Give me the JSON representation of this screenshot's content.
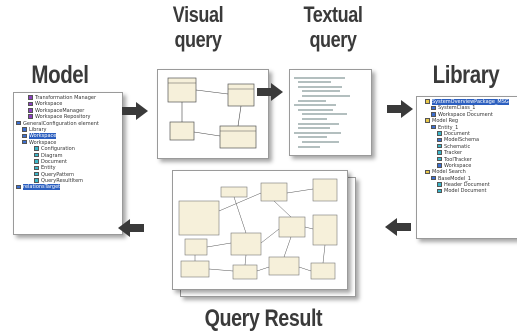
{
  "titles": {
    "model": "Model",
    "visual_query_line1": "Visual",
    "visual_query_line2": "query",
    "textual_query_line1": "Textual",
    "textual_query_line2": "query",
    "library": "Library",
    "query_result": "Query Result"
  },
  "model_tree": [
    {
      "label": "Transformation Manager",
      "indent": 2,
      "icon": "#8b3fbf"
    },
    {
      "label": "Workspace",
      "indent": 2,
      "icon": "#8b3fbf"
    },
    {
      "label": "WorkspaceManager",
      "indent": 2,
      "icon": "#8b3fbf"
    },
    {
      "label": "Workspace Repository",
      "indent": 2,
      "icon": "#8b3fbf"
    },
    {
      "label": "GeneralConfiguration element",
      "indent": 0,
      "icon": "#3c6fd0"
    },
    {
      "label": "Library",
      "indent": 1,
      "icon": "#3c6fd0"
    },
    {
      "label": "Workspace",
      "indent": 1,
      "icon": "#3c6fd0",
      "selected": true
    },
    {
      "label": "Workspace",
      "indent": 1,
      "icon": "#3c6fd0"
    },
    {
      "label": "Configuration",
      "indent": 3,
      "icon": "#3cb6c8"
    },
    {
      "label": "Diagram",
      "indent": 3,
      "icon": "#3cb6c8"
    },
    {
      "label": "Document",
      "indent": 3,
      "icon": "#3cb6c8"
    },
    {
      "label": "Entity",
      "indent": 3,
      "icon": "#3cb6c8"
    },
    {
      "label": "QueryPattern",
      "indent": 3,
      "icon": "#3cb6c8"
    },
    {
      "label": "QueryResultItem",
      "indent": 3,
      "icon": "#3cb6c8"
    },
    {
      "label": "relationsTarget",
      "indent": 0,
      "icon": "#3c6fd0",
      "selected": true
    }
  ],
  "library_tree": [
    {
      "label": "SystemOverviewPackage_MSG",
      "indent": 1,
      "icon": "#e8c84a",
      "selected": true
    },
    {
      "label": "SystemClass_1",
      "indent": 2,
      "icon": "#3c6fd0"
    },
    {
      "label": "Workspace Document",
      "indent": 2,
      "icon": "#3c6fd0"
    },
    {
      "label": "Model Reg",
      "indent": 1,
      "icon": "#e8c84a"
    },
    {
      "label": "Entity_1",
      "indent": 2,
      "icon": "#3c6fd0"
    },
    {
      "label": "Document",
      "indent": 3,
      "icon": "#3cb6c8"
    },
    {
      "label": "ModelSchema",
      "indent": 3,
      "icon": "#3c6fd0"
    },
    {
      "label": "Schematic",
      "indent": 3,
      "icon": "#3cb6c8"
    },
    {
      "label": "Tracker",
      "indent": 3,
      "icon": "#3cb6c8"
    },
    {
      "label": "ToolTracker",
      "indent": 3,
      "icon": "#3cb6c8"
    },
    {
      "label": "Workspace",
      "indent": 3,
      "icon": "#3c6fd0"
    },
    {
      "label": "Model Search",
      "indent": 1,
      "icon": "#e8c84a"
    },
    {
      "label": "BaseModel_1",
      "indent": 2,
      "icon": "#3c6fd0"
    },
    {
      "label": "Header Document",
      "indent": 3,
      "icon": "#3cb6c8"
    },
    {
      "label": "Model Document",
      "indent": 3,
      "icon": "#3cb6c8"
    }
  ],
  "colors": {
    "title_text": "#3a3a3a",
    "arrow": "#3a3a3a",
    "note_fill": "#f6f0da",
    "selection": "#2c5fbf"
  }
}
